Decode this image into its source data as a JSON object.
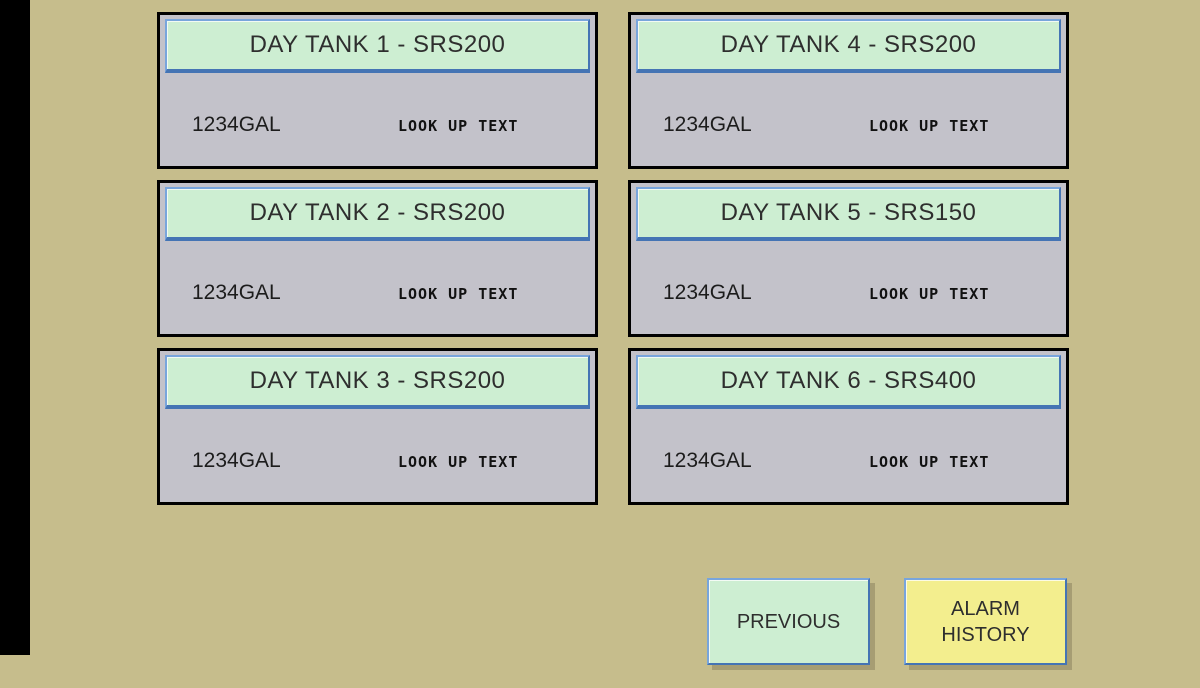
{
  "colors": {
    "background": "#c6bd8c",
    "panel_body": "#c3c2ca",
    "panel_border": "#000000",
    "header_fill": "#cdeed2",
    "header_border_blue": "#4474b4",
    "button_green": "#cdeed2",
    "button_yellow": "#f3ee8e",
    "drop_shadow": "#a69d73"
  },
  "tanks": [
    {
      "title": "DAY TANK 1 - SRS200",
      "level": "1234GAL",
      "lookup": "LOOK UP TEXT"
    },
    {
      "title": "DAY TANK 2 - SRS200",
      "level": "1234GAL",
      "lookup": "LOOK UP TEXT"
    },
    {
      "title": "DAY TANK 3 - SRS200",
      "level": "1234GAL",
      "lookup": "LOOK UP TEXT"
    },
    {
      "title": "DAY TANK 4 - SRS200",
      "level": "1234GAL",
      "lookup": "LOOK UP TEXT"
    },
    {
      "title": "DAY TANK 5 - SRS150",
      "level": "1234GAL",
      "lookup": "LOOK UP TEXT"
    },
    {
      "title": "DAY TANK 6 - SRS400",
      "level": "1234GAL",
      "lookup": "LOOK UP TEXT"
    }
  ],
  "buttons": {
    "previous_label": "PREVIOUS",
    "alarm_history_label": "ALARM HISTORY"
  }
}
